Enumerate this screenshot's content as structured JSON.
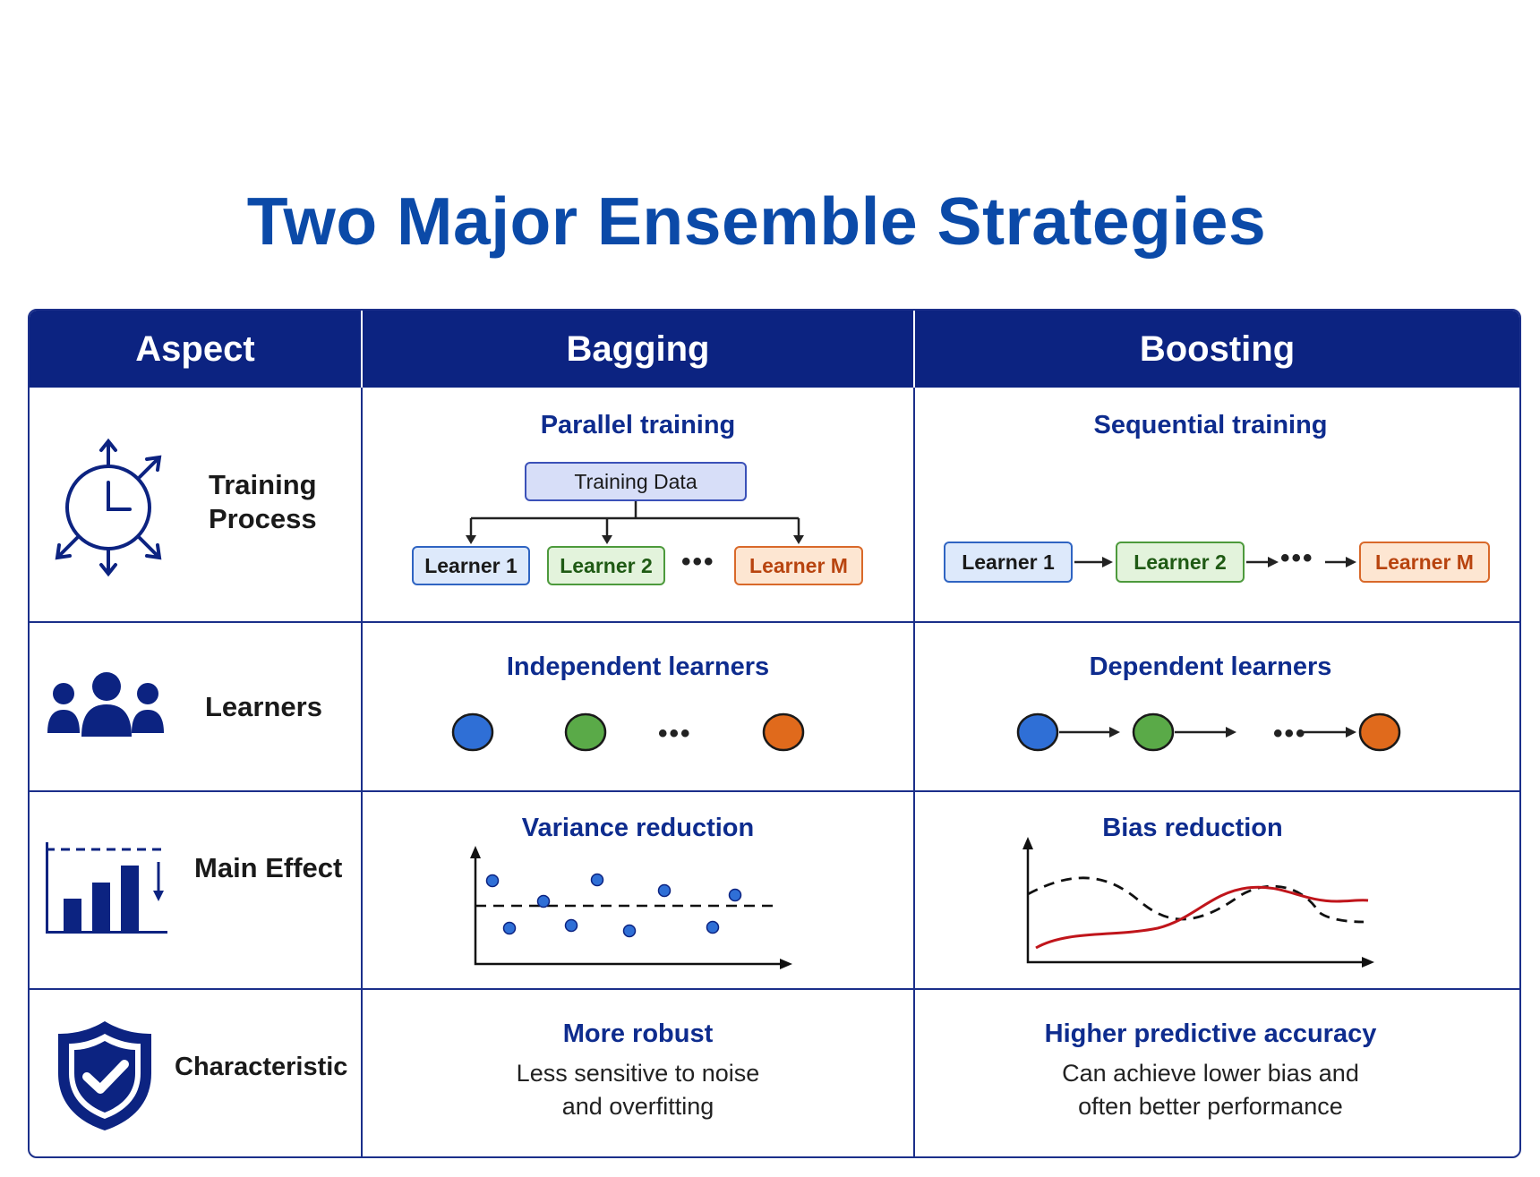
{
  "title": "Two Major Ensemble Strategies",
  "colors": {
    "header_bg": "#0c2381",
    "title": "#0b4aa8",
    "learner_blue": "#2f6fd6",
    "learner_green": "#5aaa48",
    "learner_orange": "#e06a1c",
    "boosting_curve": "#c0151b"
  },
  "header": {
    "aspect": "Aspect",
    "bagging": "Bagging",
    "boosting": "Boosting"
  },
  "rows": {
    "training": {
      "label_line1": "Training",
      "label_line2": "Process",
      "icon": "clock-arrows-icon",
      "bagging": {
        "heading": "Parallel training",
        "data_box": "Training Data",
        "learner1": "Learner 1",
        "learner2": "Learner 2",
        "learnerM": "Learner M",
        "ellipsis": "•••"
      },
      "boosting": {
        "heading": "Sequential training",
        "learner1": "Learner 1",
        "learner2": "Learner 2",
        "learnerM": "Learner M",
        "ellipsis": "•••"
      }
    },
    "learners": {
      "label": "Learners",
      "icon": "people-group-icon",
      "bagging": {
        "heading": "Independent learners",
        "ellipsis": "•••"
      },
      "boosting": {
        "heading": "Dependent learners",
        "ellipsis": "•••"
      }
    },
    "effect": {
      "label": "Main Effect",
      "icon": "bar-chart-down-icon",
      "bagging": {
        "heading": "Variance reduction"
      },
      "boosting": {
        "heading": "Bias reduction"
      }
    },
    "characteristic": {
      "label": "Characteristic",
      "icon": "shield-check-icon",
      "bagging": {
        "heading": "More robust",
        "line1": "Less sensitive to noise",
        "line2": "and overfitting"
      },
      "boosting": {
        "heading": "Higher predictive accuracy",
        "line1": "Can achieve lower bias and",
        "line2": "often better performance"
      }
    }
  }
}
